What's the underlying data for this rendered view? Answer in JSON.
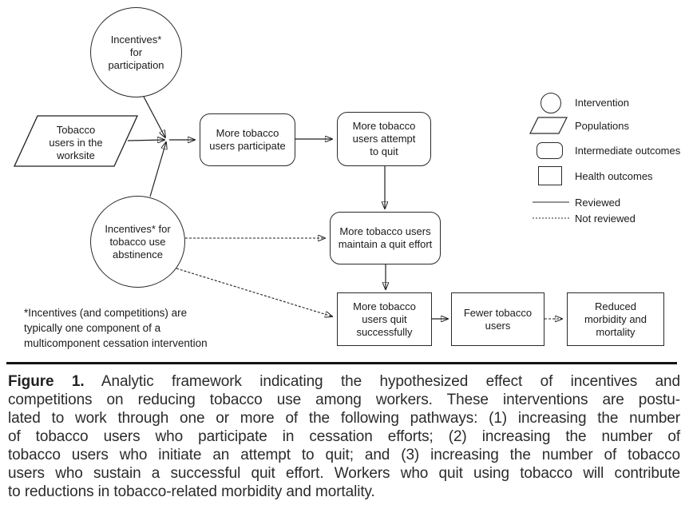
{
  "figure": {
    "nodes": {
      "incentives_participation": "Incentives*\nfor\nparticipation",
      "tobacco_users_worksite": "Tobacco\nusers in the\nworksite",
      "incentives_abstinence": "Incentives* for\ntobacco use\nabstinence",
      "more_participate": "More tobacco\nusers participate",
      "more_attempt": "More tobacco\nusers attempt\nto quit",
      "more_maintain": "More tobacco users\nmaintain a quit effort",
      "more_quit": "More tobacco\nusers quit\nsuccessfully",
      "fewer_users": "Fewer tobacco\nusers",
      "reduced_morbidity": "Reduced\nmorbidity and\nmortality"
    },
    "footnote": "*Incentives (and competitions) are\ntypically one component of a\nmulticomponent cessation intervention",
    "legend": {
      "items": [
        {
          "icon": "circle-icon",
          "label": "Intervention"
        },
        {
          "icon": "parallelogram-icon",
          "label": "Populations"
        },
        {
          "icon": "rounded-rect-icon",
          "label": "Intermediate outcomes"
        },
        {
          "icon": "rect-icon",
          "label": "Health outcomes"
        },
        {
          "icon": "solid-line-icon",
          "label": "Reviewed"
        },
        {
          "icon": "dashed-line-icon",
          "label": "Not reviewed"
        }
      ]
    },
    "colors": {
      "stroke": "#1f1f1f",
      "text": "#1a1a1a",
      "caption_text": "#2b2b2b",
      "background": "#ffffff"
    }
  },
  "caption": {
    "figure_label": "Figure 1.",
    "lines": [
      "Analytic framework indicating the hypothesized effect of incentives and",
      "competitions on reducing tobacco use among workers. These interventions are postu-",
      "lated to work through one or more of the following pathways: (1) increasing the number",
      "of tobacco users who participate in cessation efforts; (2) increasing the number of",
      "tobacco users who initiate an attempt to quit; and (3) increasing the number of tobacco",
      "users who sustain a successful quit effort. Workers who quit using tobacco will contribute",
      "to reductions in tobacco-related morbidity and mortality."
    ]
  }
}
